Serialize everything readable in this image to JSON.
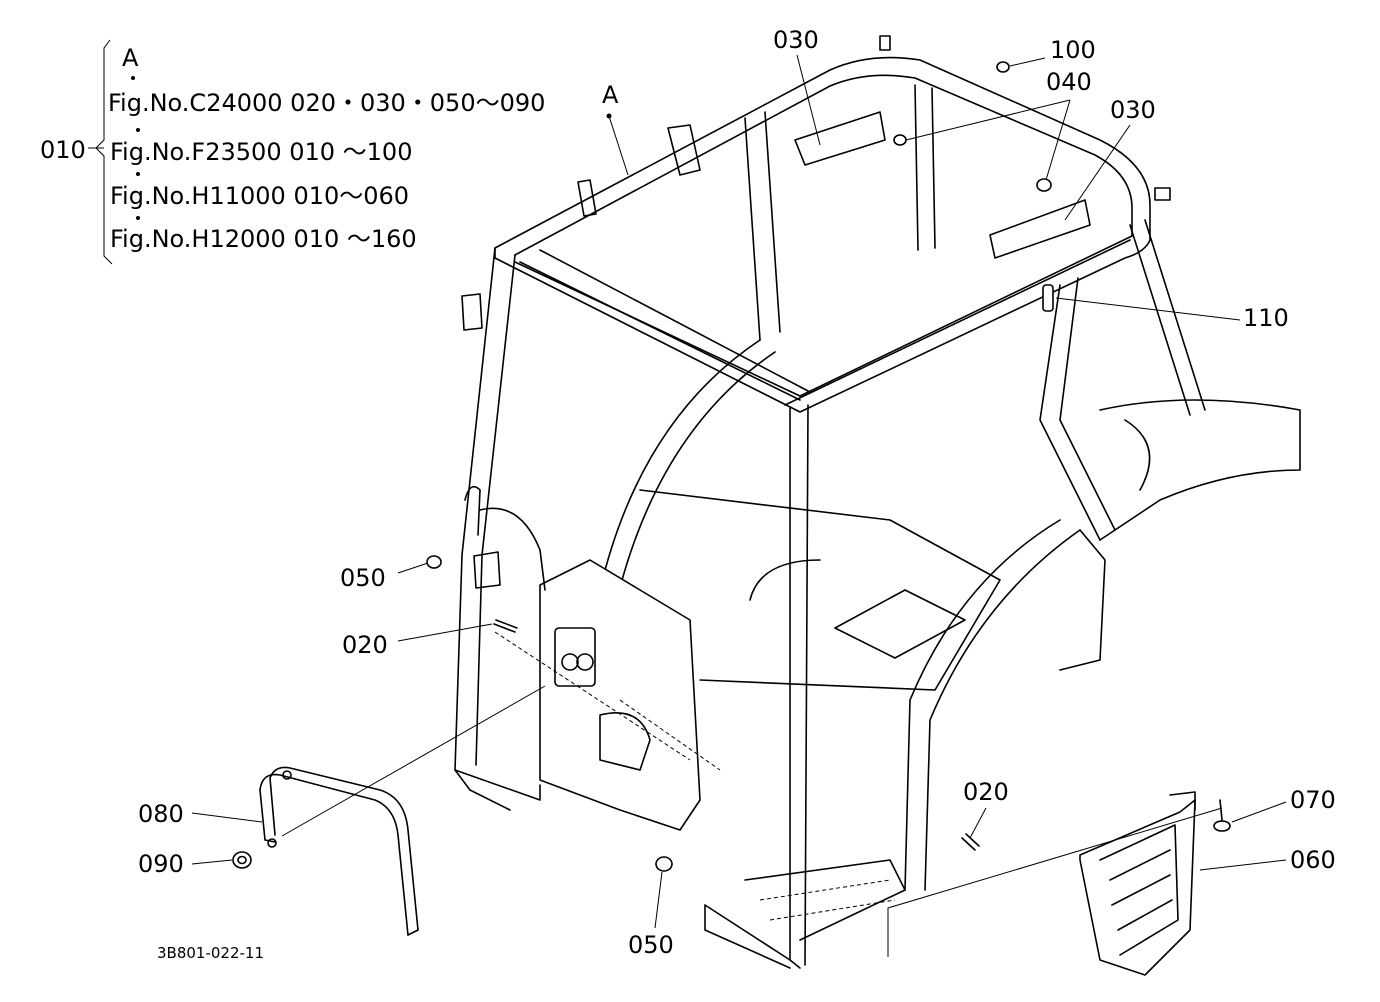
{
  "legend": {
    "ref_mark": "A",
    "group_part": "010",
    "figures": [
      "Fig.No.C24000  020・030・050～090",
      "Fig.No.F23500  010 ～100",
      "Fig.No.H11000  010～060",
      "Fig.No.H12000  010 ～160"
    ]
  },
  "reference_A": "A",
  "parts": [
    {
      "id": "030",
      "label": "030"
    },
    {
      "id": "100",
      "label": "100"
    },
    {
      "id": "040",
      "label": "040"
    },
    {
      "id": "030b",
      "label": "030"
    },
    {
      "id": "110",
      "label": "110"
    },
    {
      "id": "050",
      "label": "050"
    },
    {
      "id": "020",
      "label": "020"
    },
    {
      "id": "080",
      "label": "080"
    },
    {
      "id": "090",
      "label": "090"
    },
    {
      "id": "050b",
      "label": "050"
    },
    {
      "id": "020b",
      "label": "020"
    },
    {
      "id": "070",
      "label": "070"
    },
    {
      "id": "060",
      "label": "060"
    }
  ],
  "drawing_code": "3B801-022-11"
}
